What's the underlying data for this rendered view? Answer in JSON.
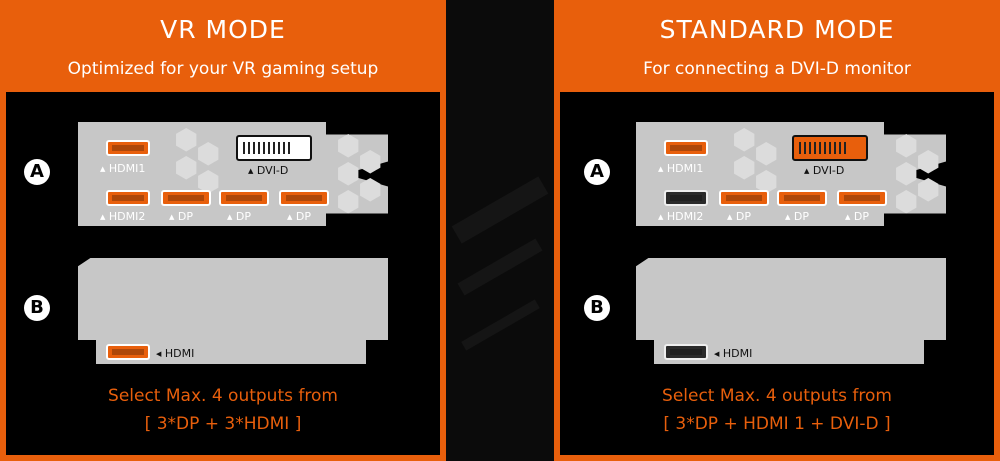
{
  "vr": {
    "title": "VR MODE",
    "subtitle": "Optimized for your VR gaming setup",
    "badge_a": "A",
    "badge_b": "B",
    "ports": {
      "hdmi1": "HDMI1",
      "hdmi2": "HDMI2",
      "dvi": "DVI-D",
      "dp": "DP",
      "hdmi_b": "HDMI"
    },
    "footer_line1": "Select Max. 4 outputs from",
    "footer_line2": "[ 3*DP + 3*HDMI ]"
  },
  "standard": {
    "title": "STANDARD MODE",
    "subtitle": "For connecting a DVI-D monitor",
    "badge_a": "A",
    "badge_b": "B",
    "ports": {
      "hdmi1": "HDMI1",
      "hdmi2": "HDMI2",
      "dvi": "DVI-D",
      "dp": "DP",
      "hdmi_b": "HDMI"
    },
    "footer_line1": "Select Max. 4 outputs from",
    "footer_line2": "[ 3*DP + HDMI 1 + DVI-D ]"
  },
  "colors": {
    "accent": "#e85f0c",
    "background": "#0b0b0b",
    "bracket": "#c7c7c7"
  }
}
